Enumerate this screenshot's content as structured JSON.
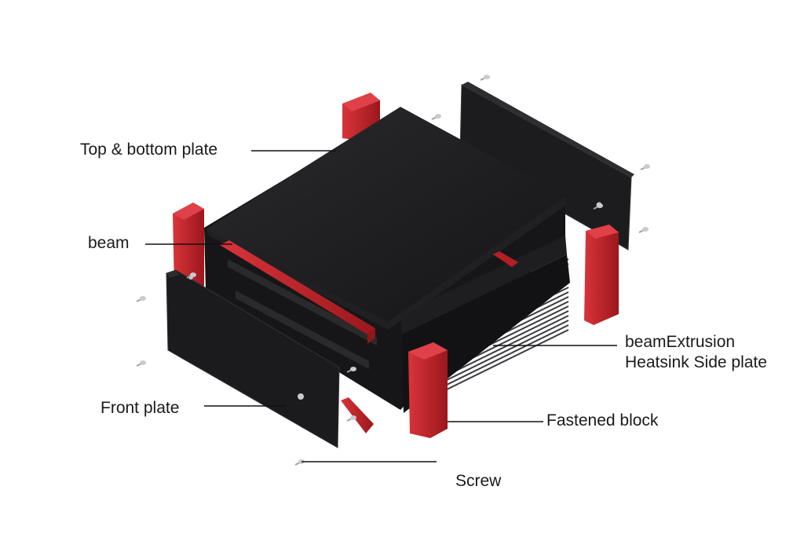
{
  "labels": {
    "top_bottom_plate": "Top & bottom plate",
    "beam": "beam",
    "beam_extrusion": "beamExtrusion",
    "heatsink_side_plate": "Heatsink Side plate",
    "front_plate": "Front plate",
    "fastened_block": "Fastened block",
    "screw": "Screw"
  },
  "colors": {
    "plate": "#1b1b1d",
    "plate_light": "#2b2b2e",
    "plate_edge": "#3a3a3e",
    "accent_red": "#c4242a",
    "accent_red_dark": "#8e1519",
    "leader": "#111111",
    "screw": "#b9bcc0"
  }
}
